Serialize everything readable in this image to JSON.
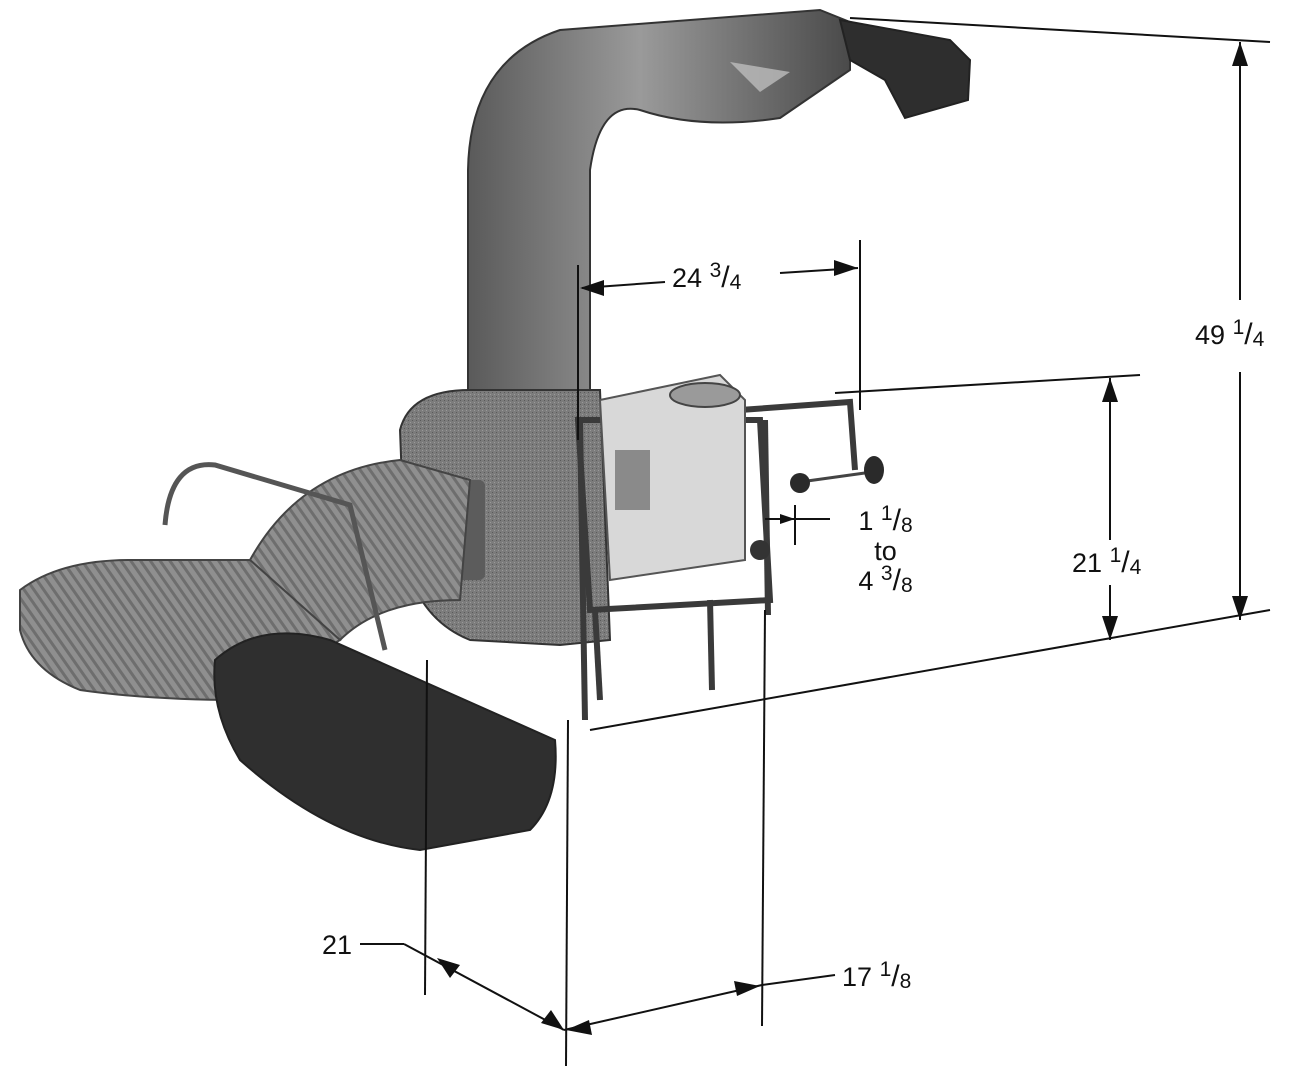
{
  "dimensions": {
    "overall_height": {
      "whole": "49",
      "num": "1",
      "den": "4"
    },
    "frame_height": {
      "whole": "21",
      "num": "1",
      "den": "4"
    },
    "frame_width": {
      "whole": "24",
      "num": "3",
      "den": "4"
    },
    "adjust_min": {
      "whole": "1",
      "num": "1",
      "den": "8"
    },
    "adjust_word": "to",
    "adjust_max": {
      "whole": "4",
      "num": "3",
      "den": "8"
    },
    "frame_depth": {
      "whole": "17",
      "num": "1",
      "den": "8"
    },
    "hose_width": {
      "whole": "21"
    }
  },
  "colors": {
    "line": "#111111",
    "metal_dark": "#2a2a2a",
    "metal_mid": "#6b6b6b",
    "metal_light": "#a8a8a8",
    "hose": "#8a8a8a"
  }
}
